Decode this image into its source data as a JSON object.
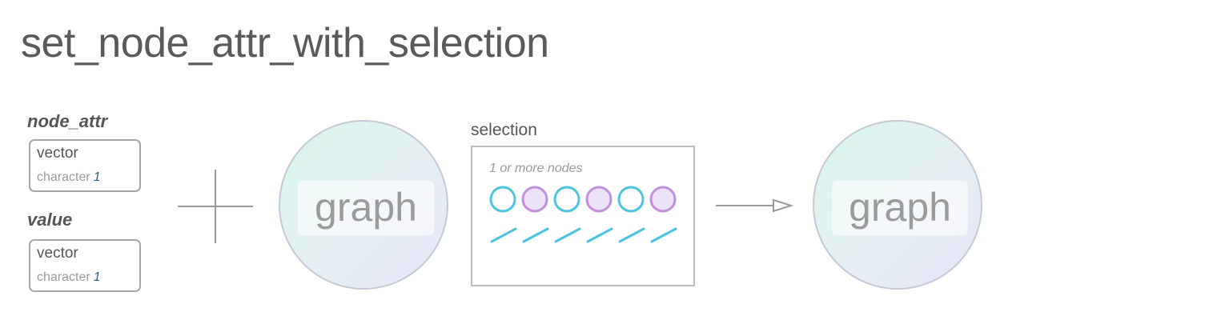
{
  "title": "set_node_attr_with_selection",
  "inputs": [
    {
      "name": "node_attr",
      "type": "vector",
      "subtype": "character",
      "count": "1"
    },
    {
      "name": "value",
      "type": "vector",
      "subtype": "character",
      "count": "1"
    }
  ],
  "graph_input_label": "graph",
  "selection": {
    "label": "selection",
    "note": "1 or more nodes",
    "node_colors": [
      "#4cc3e0",
      "#bf8fe0",
      "#4cc3e0",
      "#bf8fe0",
      "#4cc3e0",
      "#bf8fe0"
    ],
    "node_fills": [
      "#ffffff",
      "#ece3f7",
      "#ffffff",
      "#ece3f7",
      "#ffffff",
      "#ece3f7"
    ],
    "edge_color": "#4cc3e0",
    "edge_count": 6
  },
  "graph_output_label": "graph"
}
